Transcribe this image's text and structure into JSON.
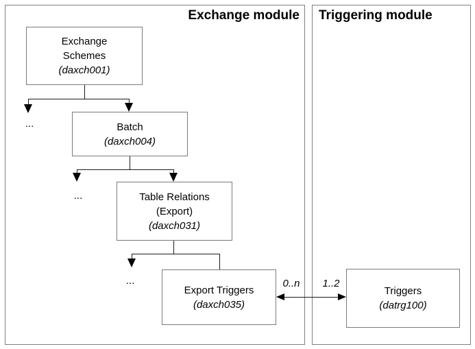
{
  "diagram": {
    "modules": [
      {
        "title": "Exchange module"
      },
      {
        "title": "Triggering module"
      }
    ],
    "nodes": {
      "exchange_schemes": {
        "lines": [
          "Exchange",
          "Schemes"
        ],
        "code": "(daxch001)"
      },
      "batch": {
        "lines": [
          "Batch"
        ],
        "code": "(daxch004)"
      },
      "table_relations_export": {
        "lines": [
          "Table Relations",
          "(Export)"
        ],
        "code": "(daxch031)"
      },
      "export_triggers": {
        "lines": [
          "Export Triggers"
        ],
        "code": "(daxch035)"
      },
      "triggers": {
        "lines": [
          "Triggers"
        ],
        "code": "(datrg100)"
      }
    },
    "ellipsis": "...",
    "relation": {
      "left_cardinality": "0..n",
      "right_cardinality": "1..2"
    },
    "colors": {
      "background": "#ffffff",
      "module_border": "#808080",
      "box_border": "#7a7a7a",
      "arrow": "#000000",
      "text": "#000000"
    }
  }
}
